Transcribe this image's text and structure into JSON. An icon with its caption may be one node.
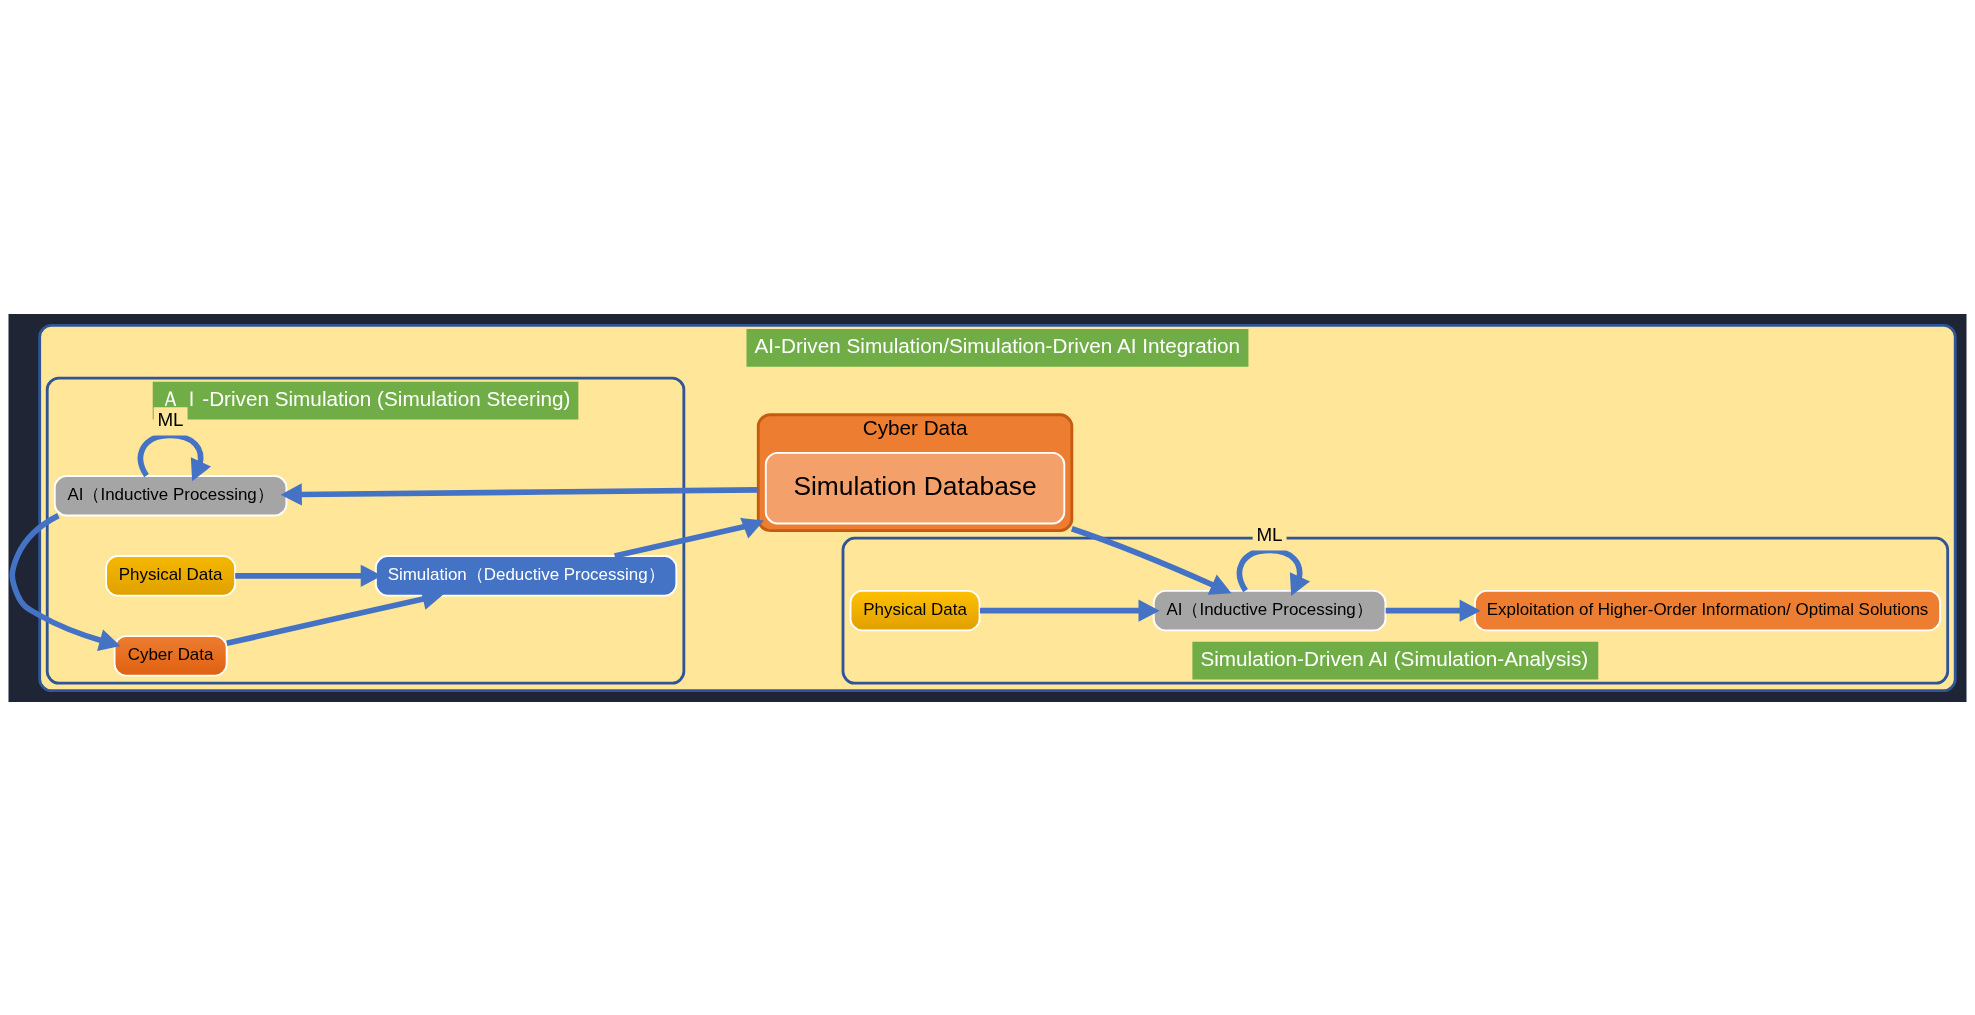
{
  "diagram": {
    "nodes": [
      {
        "text": [
          "AI-Driven Simulation/Simulation-Driven AI Integration"
        ]
      },
      {
        "text": [
          "ＡＩ-Driven Simulation (Simulation Steering)"
        ],
        "in": 0
      },
      {
        "text": [
          "Physical Data"
        ],
        "in": 1
      },
      {
        "text": [
          "Cyber Data"
        ],
        "in": 1
      },
      {
        "text": [
          "Simulation（Deductive Processing）"
        ],
        "in": 1
      },
      {
        "text": [
          "Cyber Data"
        ],
        "in": 0
      },
      {
        "text": [
          "Simulation Database"
        ],
        "in": 5
      },
      {
        "text": [
          "AI（Inductive Processing）"
        ],
        "in": 1
      },
      {
        "text": [
          "Simulation-Driven AI (Simulation-Analysis)"
        ],
        "in": 0
      },
      {
        "text": [
          "Physical Data"
        ],
        "in": 8
      },
      {
        "text": [
          "AI（Inductive Processing）"
        ],
        "in": 8
      },
      {
        "text": [
          "Exploitation of Higher-Order Information/ Optimal Solutions"
        ],
        "in": 8
      }
    ],
    "edges": [
      {
        "from": 2,
        "to": 4,
        "arrow": "to"
      },
      {
        "from": 3,
        "to": 4,
        "arrow": "to"
      },
      {
        "from": 4,
        "to": 5,
        "arrow": "to"
      },
      {
        "from": 5,
        "to": 7,
        "arrow": "to"
      },
      {
        "from": 7,
        "to": 3,
        "arrow": "to"
      },
      {
        "from": 7,
        "to": 7,
        "arrow": "to",
        "label": "ML"
      },
      {
        "from": 5,
        "to": 10,
        "arrow": "to"
      },
      {
        "from": 9,
        "to": 10,
        "arrow": "to"
      },
      {
        "from": 10,
        "to": 11,
        "arrow": "to"
      },
      {
        "from": 10,
        "to": 10,
        "arrow": "to",
        "label": "ML"
      }
    ]
  }
}
